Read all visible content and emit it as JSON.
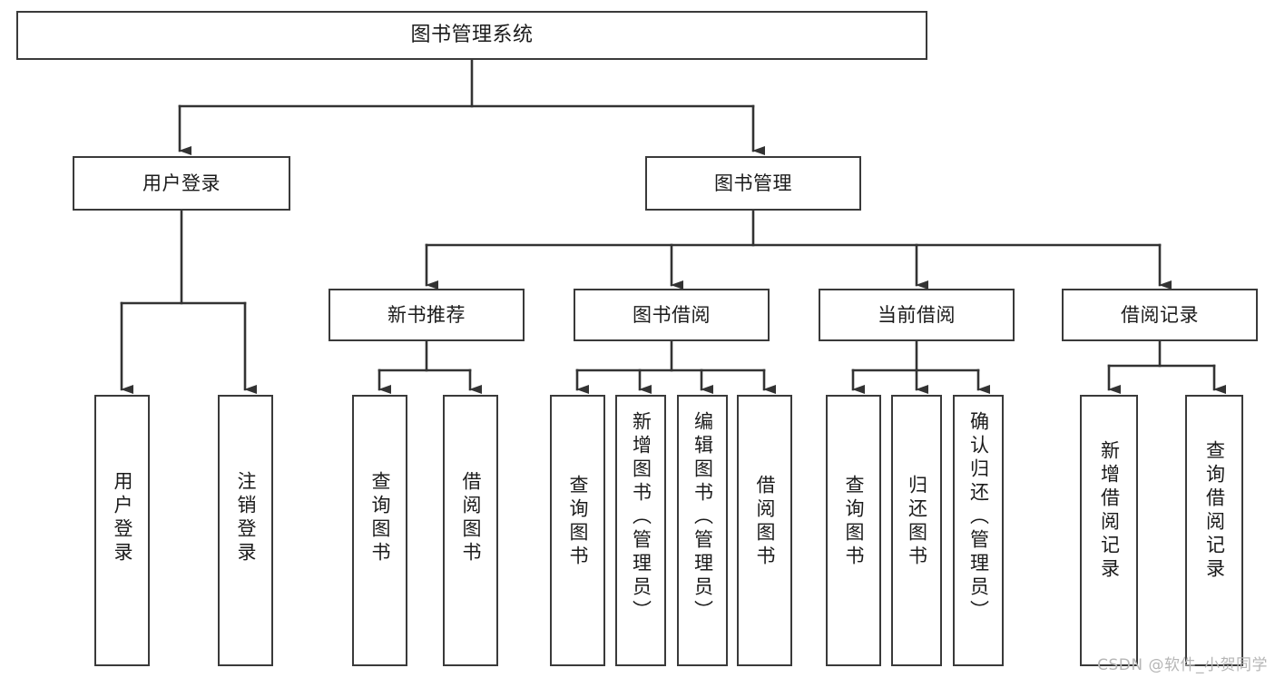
{
  "diagram": {
    "type": "tree",
    "title": "图书管理系统",
    "watermark": "CSDN @软件_小贺同学",
    "colors": {
      "node_border": "#3a3a3a",
      "node_fill": "#ffffff",
      "edge": "#333333",
      "text": "#1b1b1b",
      "watermark": "#b6b6b6",
      "background": "#ffffff"
    },
    "root": {
      "label": "图书管理系统"
    },
    "level1": [
      {
        "label": "用户登录"
      },
      {
        "label": "图书管理"
      }
    ],
    "level2": [
      {
        "label": "新书推荐"
      },
      {
        "label": "图书借阅"
      },
      {
        "label": "当前借阅"
      },
      {
        "label": "借阅记录"
      }
    ],
    "leaves": {
      "user_login": [
        {
          "label": "用户登录"
        },
        {
          "label": "注销登录"
        }
      ],
      "new_book_recommend": [
        {
          "label": "查询图书"
        },
        {
          "label": "借阅图书"
        }
      ],
      "book_borrow": [
        {
          "label": "查询图书"
        },
        {
          "label": "新增图书（管理员）"
        },
        {
          "label": "编辑图书（管理员）"
        },
        {
          "label": "借阅图书"
        }
      ],
      "current_borrow": [
        {
          "label": "查询图书"
        },
        {
          "label": "归还图书"
        },
        {
          "label": "确认归还（管理员）"
        }
      ],
      "borrow_record": [
        {
          "label": "新增借阅记录"
        },
        {
          "label": "查询借阅记录"
        }
      ]
    }
  }
}
